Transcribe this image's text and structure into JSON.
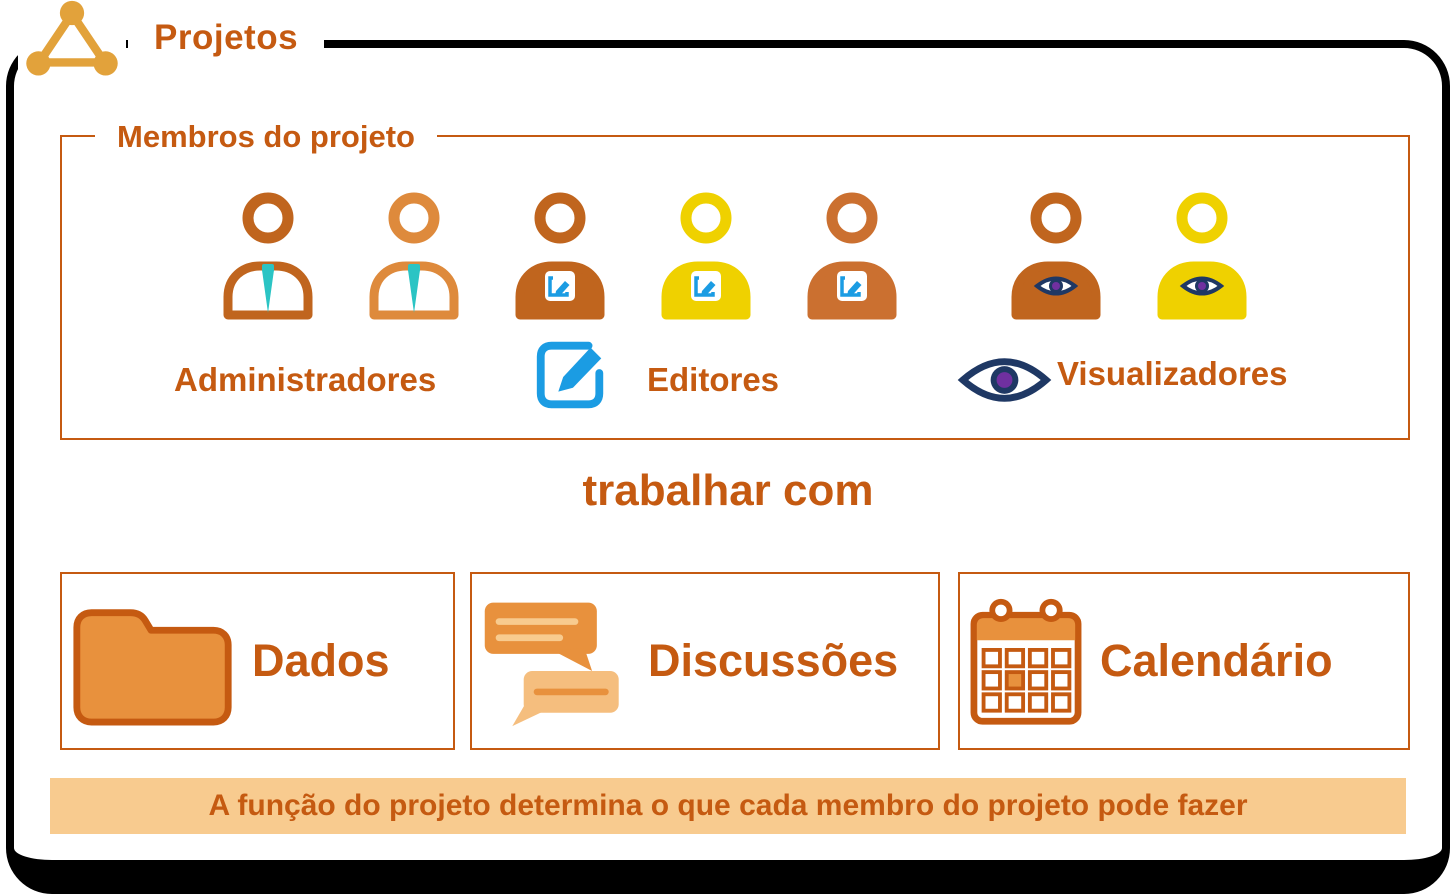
{
  "diagram": {
    "title": "Projetos",
    "logo_icon": "share-triangle-icon",
    "members": {
      "label": "Membros do projeto",
      "people": [
        {
          "role": "admin",
          "color": "#C0651E"
        },
        {
          "role": "admin",
          "color": "#DE8A3C"
        },
        {
          "role": "editor",
          "color": "#C0651E"
        },
        {
          "role": "editor",
          "color": "#EFD100"
        },
        {
          "role": "editor",
          "color": "#CB7030"
        },
        {
          "role": "viewer",
          "color": "#C0651E"
        },
        {
          "role": "viewer",
          "color": "#EFD100"
        }
      ],
      "legend": {
        "administrators": "Administradores",
        "editors": "Editores",
        "viewers": "Visualizadores",
        "editors_icon": "edit-pencil-icon",
        "viewers_icon": "eye-icon"
      }
    },
    "connector": "trabalhar com",
    "work_items": [
      {
        "label": "Dados",
        "icon": "folder-icon"
      },
      {
        "label": "Discussões",
        "icon": "chat-bubbles-icon"
      },
      {
        "label": "Calendário",
        "icon": "calendar-icon"
      }
    ],
    "footer_note": "A função do projeto determina o que cada membro do projeto pode fazer",
    "colors": {
      "accent_text": "#C55A11",
      "icon_orange": "#E8913D",
      "icon_yellow": "#EFD100",
      "icon_brown": "#C0651E",
      "light_bubble": "#F5BE7E",
      "tie_teal": "#2BC4C4",
      "edit_blue": "#1B9CE3",
      "eye_navy": "#1F3864",
      "eye_purple": "#7030A0",
      "banner_bg": "#F8CB8F",
      "frame_border": "#000000",
      "logo_amber": "#E2A23B"
    }
  }
}
